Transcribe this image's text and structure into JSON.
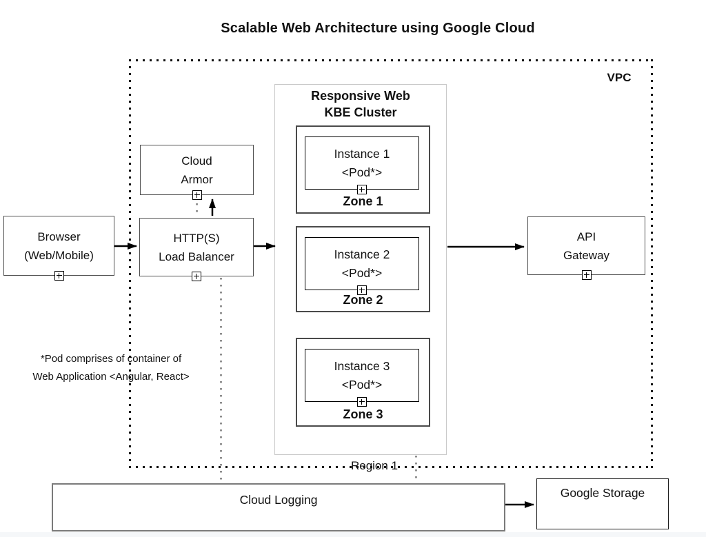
{
  "title": "Scalable Web Architecture using Google Cloud",
  "vpc": {
    "label": "VPC",
    "region_label": "Region 1"
  },
  "cluster": {
    "title_line1": "Responsive Web",
    "title_line2": "KBE Cluster",
    "zones": [
      {
        "label": "Zone 1",
        "instance": "Instance 1",
        "pod": "<Pod*>"
      },
      {
        "label": "Zone 2",
        "instance": "Instance 2",
        "pod": "<Pod*>"
      },
      {
        "label": "Zone 3",
        "instance": "Instance 3",
        "pod": "<Pod*>"
      }
    ]
  },
  "nodes": {
    "browser": {
      "line1": "Browser",
      "line2": "(Web/Mobile)"
    },
    "cloud_armor": {
      "line1": "Cloud",
      "line2": "Armor"
    },
    "load_balancer": {
      "line1": "HTTP(S)",
      "line2": "Load Balancer"
    },
    "api_gateway": {
      "line1": "API",
      "line2": "Gateway"
    },
    "cloud_logging": {
      "label": "Cloud Logging"
    },
    "google_storage": {
      "label": "Google Storage"
    }
  },
  "note": {
    "line1": "*Pod comprises of container of",
    "line2": "Web Application <Angular, React>"
  },
  "icons": {
    "collapse": "collapse-plus-icon"
  },
  "colors": {
    "background": "#ffffff",
    "node_border": "#4f4f4f",
    "cluster_border": "#c9c9c9",
    "vpc_dot": "#111111",
    "connector_dot": "#8f8f8f",
    "arrow": "#000000"
  }
}
